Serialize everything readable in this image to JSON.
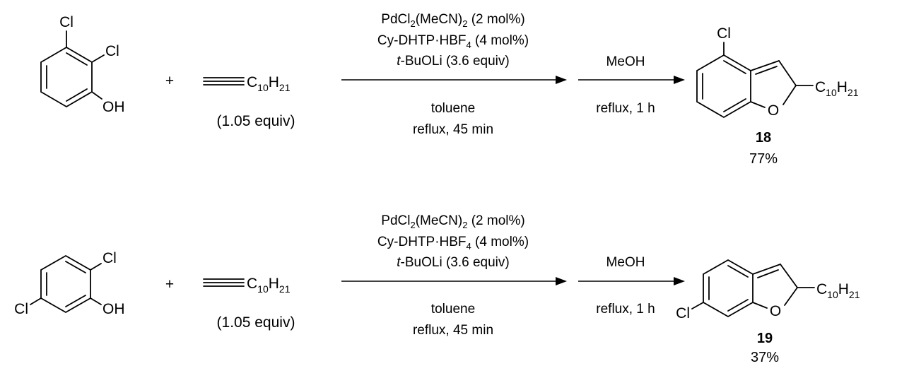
{
  "reactions": [
    {
      "reactant_substituents": [
        "Cl",
        "Cl",
        "OH"
      ],
      "plus": "+",
      "alkyne": {
        "carbon": "C",
        "carbon_sub": "10",
        "hydrogen": "H",
        "hydrogen_sub": "21"
      },
      "alkyne_equiv": "(1.05 equiv)",
      "step1": {
        "catalyst": {
          "a": "PdCl",
          "a_sub": "2",
          "b": "(MeCN)",
          "b_sub": "2",
          "c": " (2 mol%)"
        },
        "ligand": {
          "a": "Cy-DHTP·HBF",
          "a_sub": "4",
          "b": " (4 mol%)"
        },
        "base": {
          "italic": "t",
          "rest": "-BuOLi (3.6 equiv)"
        },
        "solvent": "toluene",
        "time": "reflux, 45 min"
      },
      "step2": {
        "reagent": "MeOH",
        "time": "reflux, 1 h"
      },
      "product_substituents": [
        "Cl",
        "O"
      ],
      "product_chain": {
        "carbon": "C",
        "carbon_sub": "10",
        "hydrogen": "H",
        "hydrogen_sub": "21"
      },
      "compound_number": "18",
      "yield": "77%"
    },
    {
      "reactant_substituents": [
        "Cl",
        "Cl",
        "OH"
      ],
      "plus": "+",
      "alkyne": {
        "carbon": "C",
        "carbon_sub": "10",
        "hydrogen": "H",
        "hydrogen_sub": "21"
      },
      "alkyne_equiv": "(1.05 equiv)",
      "step1": {
        "catalyst": {
          "a": "PdCl",
          "a_sub": "2",
          "b": "(MeCN)",
          "b_sub": "2",
          "c": " (2 mol%)"
        },
        "ligand": {
          "a": "Cy-DHTP·HBF",
          "a_sub": "4",
          "b": " (4 mol%)"
        },
        "base": {
          "italic": "t",
          "rest": "-BuOLi (3.6 equiv)"
        },
        "solvent": "toluene",
        "time": "reflux, 45 min"
      },
      "step2": {
        "reagent": "MeOH",
        "time": "reflux, 1 h"
      },
      "product_substituents": [
        "Cl",
        "O"
      ],
      "product_chain": {
        "carbon": "C",
        "carbon_sub": "10",
        "hydrogen": "H",
        "hydrogen_sub": "21"
      },
      "compound_number": "19",
      "yield": "37%"
    }
  ]
}
